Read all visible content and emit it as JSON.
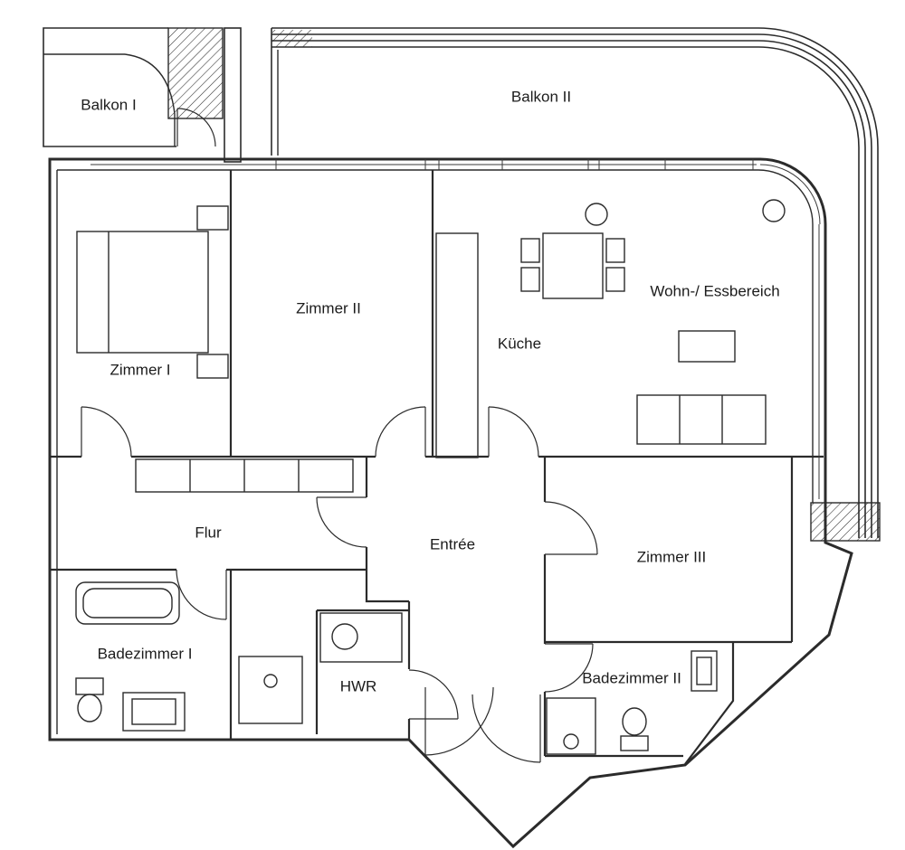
{
  "floorplan": {
    "background_color": "#ffffff",
    "line_color": "#2b2b2b",
    "label_color": "#1c1c1c",
    "rooms": [
      {
        "id": "balkon-1",
        "label": "Balkon I"
      },
      {
        "id": "balkon-2",
        "label": "Balkon II"
      },
      {
        "id": "zimmer-1",
        "label": "Zimmer I"
      },
      {
        "id": "zimmer-2",
        "label": "Zimmer II"
      },
      {
        "id": "kueche",
        "label": "Küche"
      },
      {
        "id": "wohn-essbereich",
        "label": "Wohn-/ Essbereich"
      },
      {
        "id": "flur",
        "label": "Flur"
      },
      {
        "id": "entree",
        "label": "Entrée"
      },
      {
        "id": "zimmer-3",
        "label": "Zimmer III"
      },
      {
        "id": "badezimmer-1",
        "label": "Badezimmer I"
      },
      {
        "id": "hwr",
        "label": "HWR"
      },
      {
        "id": "badezimmer-2",
        "label": "Badezimmer II"
      }
    ],
    "furniture": [
      "bed",
      "nightstands",
      "wardrobe",
      "dining-table",
      "chairs",
      "ceiling-lamps",
      "coffee-table",
      "sofa",
      "kitchen-counter",
      "bathtub",
      "toilet",
      "washbasin",
      "washing-machine",
      "shower-tray",
      "sink-cabinet"
    ]
  }
}
